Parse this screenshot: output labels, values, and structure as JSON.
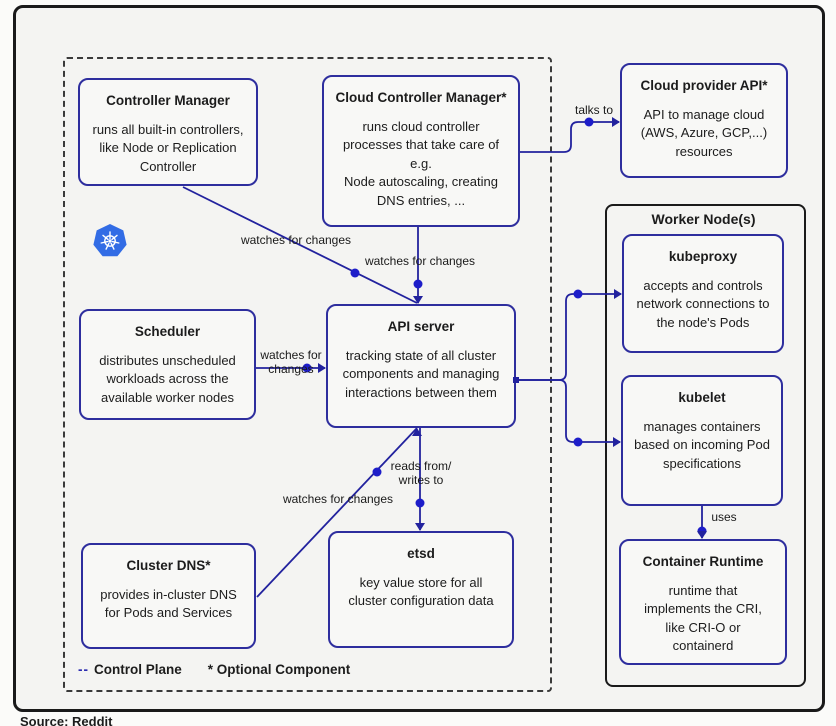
{
  "source_note": "Source: Reddit",
  "legend": {
    "dashes": "--",
    "control_plane": "Control Plane",
    "optional": "* Optional Component"
  },
  "boxes": {
    "controller_manager": {
      "title": "Controller Manager",
      "body": "runs all built-in controllers,\nlike Node or Replication\nController"
    },
    "cloud_controller_manager": {
      "title": "Cloud Controller Manager*",
      "body": "runs cloud controller\nprocesses that take care of\ne.g.\nNode autoscaling, creating\nDNS entries, ..."
    },
    "cloud_provider_api": {
      "title": "Cloud provider API*",
      "body": "API to manage cloud\n(AWS, Azure, GCP,...)\nresources"
    },
    "worker_nodes": {
      "title": "Worker Node(s)"
    },
    "kubeproxy": {
      "title": "kubeproxy",
      "body": "accepts and controls\nnetwork connections to\nthe node's Pods"
    },
    "kubelet": {
      "title": "kubelet",
      "body": "manages containers\nbased on incoming Pod\nspecifications"
    },
    "container_runtime": {
      "title": "Container Runtime",
      "body": "runtime that\nimplements the CRI,\nlike CRI-O or\ncontainerd"
    },
    "scheduler": {
      "title": "Scheduler",
      "body": "distributes unscheduled\nworkloads across the\navailable worker nodes"
    },
    "api_server": {
      "title": "API server",
      "body": "tracking state of all cluster\ncomponents and managing\ninteractions between them"
    },
    "etsd": {
      "title": "etsd",
      "body": "key value store for all\ncluster configuration data"
    },
    "cluster_dns": {
      "title": "Cluster DNS*",
      "body": "provides in-cluster DNS\nfor Pods and Services"
    }
  },
  "edge_labels": {
    "talks_to": "talks to",
    "watches_cm": "watches for changes",
    "watches_ccm": "watches for changes",
    "watches_scheduler": "watches for\nchanges",
    "reads_writes": "reads from/\nwrites to",
    "watches_dns": "watches for changes",
    "uses": "uses"
  },
  "colors": {
    "line": "#22229e",
    "dot": "#1d1dc9",
    "box_border": "#2e2e9e",
    "k8s_blue": "#326ce5"
  }
}
